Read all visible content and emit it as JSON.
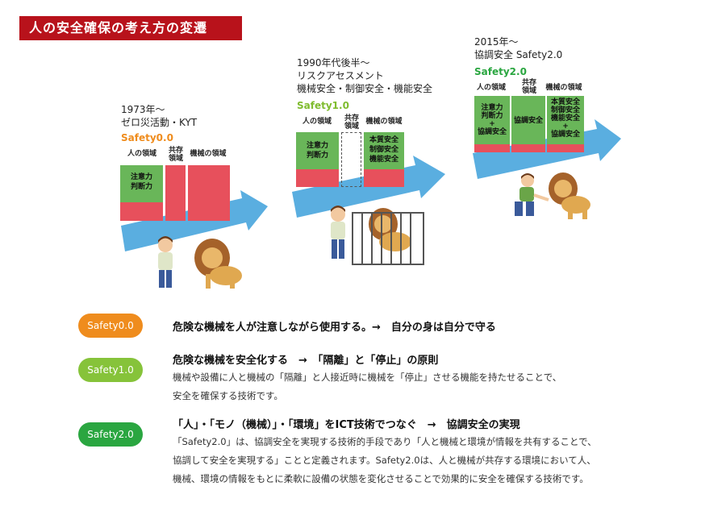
{
  "title": "人の安全確保の考え方の変遷",
  "stages": [
    {
      "era": [
        "1973年～",
        "ゼロ災活動・KYT"
      ],
      "version": "Safety0.0",
      "area_labels": {
        "human": "人の領域",
        "shared": [
          "共存",
          "領域"
        ],
        "machine": "機械の領域"
      },
      "human_block": [
        "注意力",
        "判断力"
      ]
    },
    {
      "era": [
        "1990年代後半～",
        "リスクアセスメント",
        "機械安全・制御安全・機能安全"
      ],
      "version": "Safety1.0",
      "area_labels": {
        "human": "人の領域",
        "shared": [
          "共存",
          "領域"
        ],
        "machine": "機械の領域"
      },
      "human_block": [
        "注意力",
        "判断力"
      ],
      "machine_block": [
        "本質安全",
        "制御安全",
        "機能安全"
      ]
    },
    {
      "era": [
        "2015年～",
        "協調安全 Safety2.0"
      ],
      "version": "Safety2.0",
      "area_labels": {
        "human": "人の領域",
        "shared": [
          "共存",
          "領域"
        ],
        "machine": "機械の領域"
      },
      "human_block": [
        "注意力",
        "判断力",
        "+",
        "協調安全"
      ],
      "shared_block": [
        "協調安全"
      ],
      "machine_block": [
        "本質安全",
        "制御安全",
        "機能安全",
        "+",
        "協調安全"
      ]
    }
  ],
  "descriptions": [
    {
      "pill": "Safety0.0",
      "color": "#ef8c1d",
      "title": "危険な機械を人が注意しながら使用する。→　自分の身は自分で守る",
      "body": []
    },
    {
      "pill": "Safety1.0",
      "color": "#86c33a",
      "title": "危険な機械を安全化する　→　「隔離」と「停止」の原則",
      "body": [
        "機械や設備に人と機械の「隔離」と人接近時に機械を「停止」させる機能を持たせることで、",
        "安全を確保する技術です。"
      ]
    },
    {
      "pill": "Safety2.0",
      "color": "#2aa640",
      "title": "「人」・「モノ（機械）」・「環境」をICT技術でつなぐ　→　協調安全の実現",
      "body": [
        "「Safety2.0」は、協調安全を実現する技術的手段であり「人と機械と環境が情報を共有することで、",
        "協調して安全を実現する」ことと定義されます。Safety2.0は、人と機械が共存する環境において人、",
        "機械、環境の情報をもとに柔軟に設備の状態を変化させることで効果的に安全を確保する技術です。"
      ]
    }
  ]
}
